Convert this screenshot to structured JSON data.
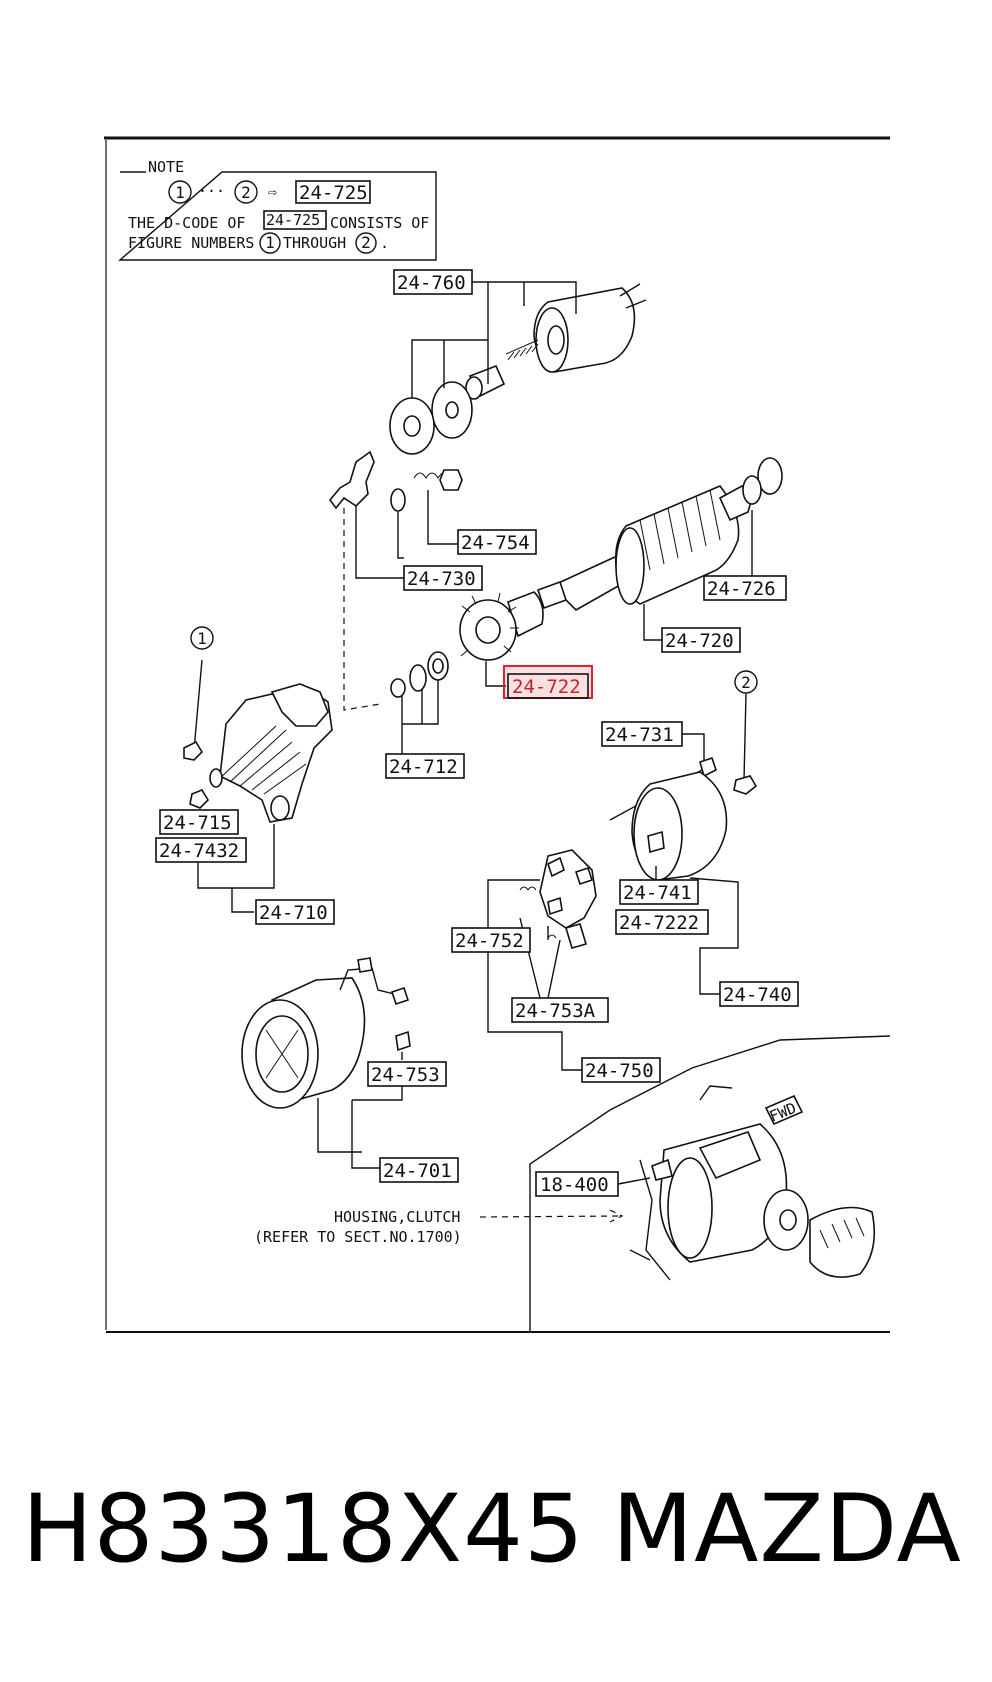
{
  "note": {
    "title": "NOTE",
    "circle_start": "1",
    "ellipsis": "···",
    "circle_end": "2",
    "arrow": "⇨",
    "ref_code": "24-725",
    "line1_pre": "THE D-CODE OF",
    "line1_code": "24-725",
    "line1_post": "CONSISTS OF",
    "line2_pre": "FIGURE NUMBERS",
    "line2_c1": "1",
    "line2_mid": "THROUGH",
    "line2_c2": "2",
    "line2_end": "."
  },
  "parts": {
    "p760": "24-760",
    "p754": "24-754",
    "p730": "24-730",
    "p726": "24-726",
    "p720": "24-720",
    "p722": "24-722",
    "p712": "24-712",
    "p731": "24-731",
    "p715": "24-715",
    "p7432": "24-7432",
    "p710": "24-710",
    "p741": "24-741",
    "p7222": "24-7222",
    "p740": "24-740",
    "p752": "24-752",
    "p753A": "24-753A",
    "p750": "24-750",
    "p753": "24-753",
    "p701": "24-701",
    "p18400": "18-400"
  },
  "callouts": {
    "c1": "1",
    "c2": "2"
  },
  "housing": {
    "line1": "HOUSING,CLUTCH",
    "line2": "(REFER TO SECT.NO.1700)"
  },
  "fwd_label": "FWD",
  "highlight": {
    "part": "24-722",
    "color": "#e0202a"
  },
  "footer": {
    "part_number": "H83318X45",
    "brand": "MAZDA"
  }
}
